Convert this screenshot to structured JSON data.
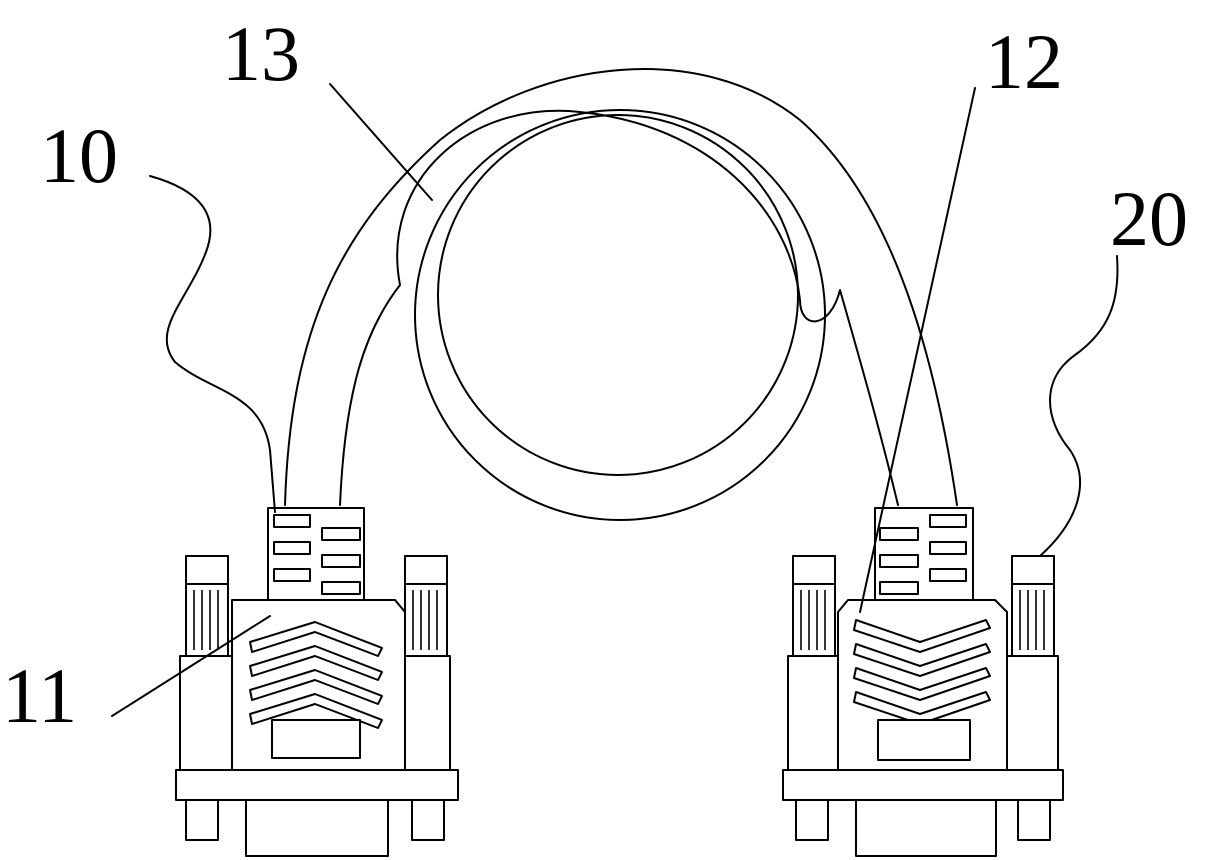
{
  "figure": {
    "labels": {
      "cable_assembly": "10",
      "connector_shell": "11",
      "connector_boot": "12",
      "cable": "13",
      "mating_connector": "20"
    }
  }
}
